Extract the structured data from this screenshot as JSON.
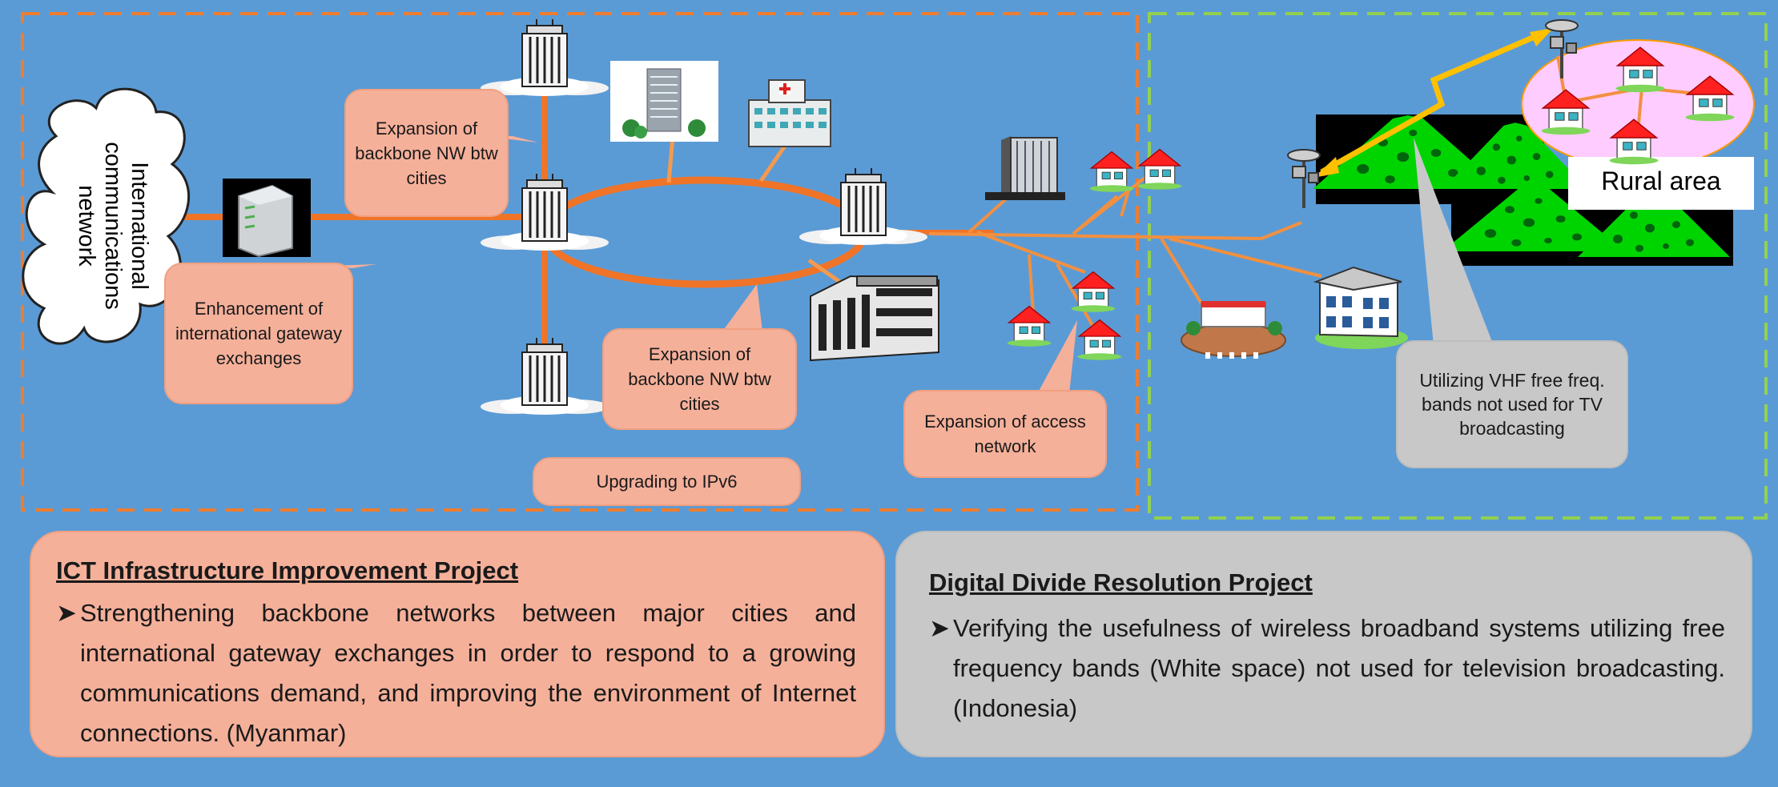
{
  "diagram": {
    "intl_network": "International communications network",
    "rural_area": "Rural area",
    "callouts": {
      "backbone_top": "Expansion of backbone NW btw cities",
      "gateway": "Enhancement of international gateway exchanges",
      "backbone_bottom": "Expansion of backbone NW btw cities",
      "ipv6": "Upgrading to IPv6",
      "access": "Expansion of access network",
      "vhf": "Utilizing VHF free freq. bands not used for TV broadcasting"
    }
  },
  "panels": {
    "ict": {
      "title": "ICT Infrastructure Improvement Project",
      "bullet": "Strengthening backbone networks between major cities and international gateway exchanges in order to respond to a growing communications demand, and improving the environment of Internet connections. (Myanmar)"
    },
    "digital_divide": {
      "title": "Digital Divide Resolution Project",
      "bullet": "Verifying the usefulness of wireless broadband systems utilizing free frequency bands (White space) not used for television broadcasting. (Indonesia)"
    }
  },
  "colors": {
    "background": "#5b9bd5",
    "orange_dash": "#ed7d31",
    "green_dash": "#92d050",
    "salmon": "#f5b09a",
    "grey": "#c8c8c8",
    "orange_line": "#f08b3c",
    "yellow_link": "#ffc000",
    "rural_pink": "#ffccff"
  }
}
